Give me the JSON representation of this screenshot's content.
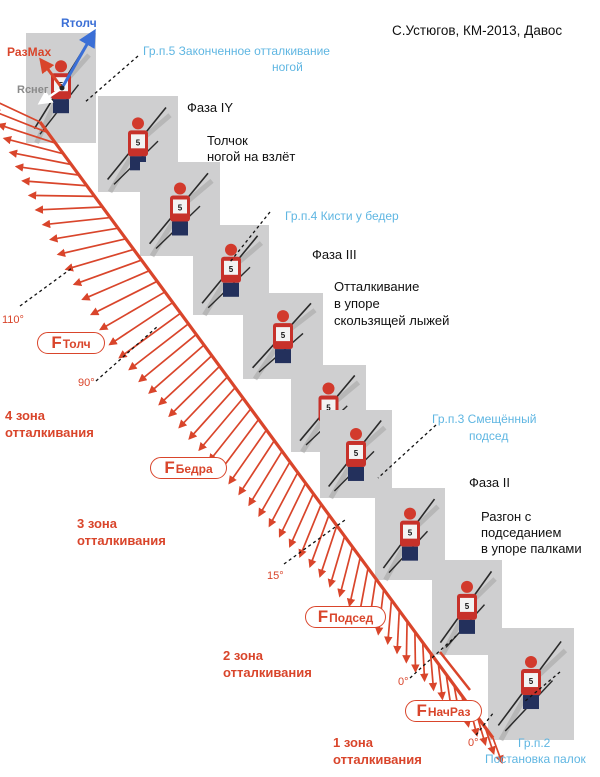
{
  "header": {
    "title": "С.Устюгов,  КМ-2013, Давос"
  },
  "vectors": {
    "r_push": "Rтолч",
    "r_max": "РазМах",
    "r_snow": "Rснег"
  },
  "groups": [
    {
      "line1": "Гр.п.5  Законченное отталкивание",
      "line2": "ногой"
    },
    {
      "line1": "Гр.п.4  Кисти у бедер"
    },
    {
      "line1": "Гр.п.3  Смещённый",
      "line2": "подсед"
    },
    {
      "line1": "Гр.п.2",
      "line2": "Постановка палок"
    }
  ],
  "phases": [
    {
      "name": "Фаза IY",
      "desc": [
        "Толчок",
        " ногой  на взлёт"
      ]
    },
    {
      "name": "Фаза III",
      "desc": [
        "Отталкивание",
        "в  упоре",
        "скользящей лыжей"
      ]
    },
    {
      "name": "Фаза II",
      "desc": [
        "Разгон  с",
        "подседанием",
        "в упоре палками"
      ]
    }
  ],
  "angles": [
    "110°",
    "90°",
    "15°",
    "0°",
    "0°"
  ],
  "forces": [
    {
      "main": "F",
      "sub": "Толч"
    },
    {
      "main": "F",
      "sub": "Бедра"
    },
    {
      "main": "F",
      "sub": "Подсед"
    },
    {
      "main": "F",
      "sub": "НачРаз"
    }
  ],
  "zones": [
    {
      "num": "4  зона",
      "label": "отталкивания"
    },
    {
      "num": "3   зона",
      "label": "отталкивания"
    },
    {
      "num": "2   зона",
      "label": "отталкивания"
    },
    {
      "num": "1   зона",
      "label": "отталкивания"
    }
  ],
  "frames": {
    "count": 10,
    "bib": "5"
  },
  "colors": {
    "arrow": "#d9452b",
    "blue_label": "#5fb6e2",
    "r_push_arrow": "#3b6fd6",
    "snow": "#cfcfd0"
  }
}
